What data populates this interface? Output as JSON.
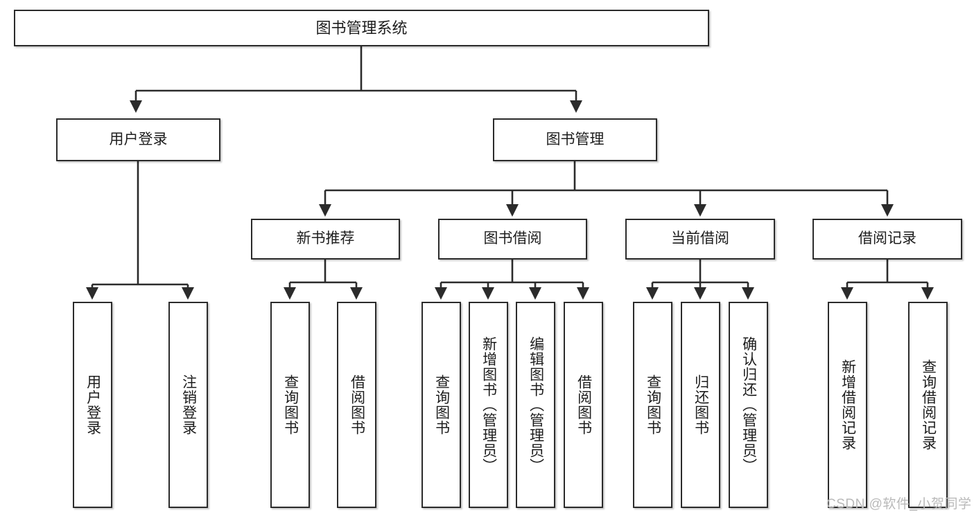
{
  "diagram": {
    "title": "图书管理系统",
    "type": "tree-hierarchy-diagram",
    "watermark": "CSDN @软件_小贺同学",
    "colors": {
      "box_border": "#2b2b2b",
      "box_fill": "#ffffff",
      "edge": "#2b2b2b",
      "text": "#1d1d1d",
      "watermark": "#b9b9b9",
      "background": "#ffffff"
    }
  },
  "nodes": {
    "root": {
      "label": "图书管理系统",
      "level": 0,
      "orientation": "horizontal"
    },
    "l1": [
      {
        "label": "用户登录",
        "orientation": "horizontal"
      },
      {
        "label": "图书管理",
        "orientation": "horizontal"
      }
    ],
    "l2": [
      {
        "label": "新书推荐",
        "orientation": "horizontal",
        "parent": "图书管理"
      },
      {
        "label": "图书借阅",
        "orientation": "horizontal",
        "parent": "图书管理"
      },
      {
        "label": "当前借阅",
        "orientation": "horizontal",
        "parent": "图书管理"
      },
      {
        "label": "借阅记录",
        "orientation": "horizontal",
        "parent": "图书管理"
      }
    ],
    "leaves": {
      "user_login": [
        {
          "label": "用户登录",
          "orientation": "vertical"
        },
        {
          "label": "注销登录",
          "orientation": "vertical"
        }
      ],
      "new_book_recommend": [
        {
          "label": "查询图书",
          "orientation": "vertical"
        },
        {
          "label": "借阅图书",
          "orientation": "vertical"
        }
      ],
      "book_borrow": [
        {
          "label": "查询图书",
          "orientation": "vertical"
        },
        {
          "label": "新增图书（管理员）",
          "orientation": "vertical"
        },
        {
          "label": "编辑图书（管理员）",
          "orientation": "vertical"
        },
        {
          "label": "借阅图书",
          "orientation": "vertical"
        }
      ],
      "current_borrow": [
        {
          "label": "查询图书",
          "orientation": "vertical"
        },
        {
          "label": "归还图书",
          "orientation": "vertical"
        },
        {
          "label": "确认归还（管理员）",
          "orientation": "vertical"
        }
      ],
      "borrow_record": [
        {
          "label": "新增借阅记录",
          "orientation": "vertical"
        },
        {
          "label": "查询借阅记录",
          "orientation": "vertical"
        }
      ]
    }
  }
}
